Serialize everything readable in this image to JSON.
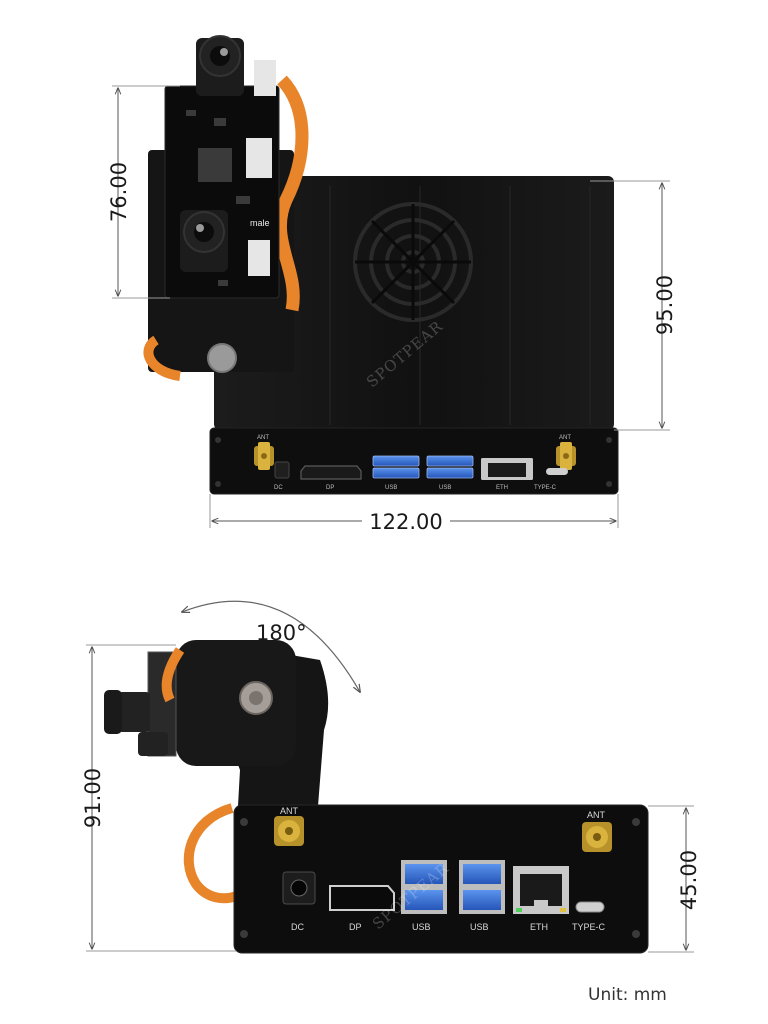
{
  "dimensions": {
    "camera_height": "76.00",
    "case_depth": "95.00",
    "case_width": "122.00",
    "rotation": "180°",
    "total_height": "91.00",
    "case_height": "45.00"
  },
  "top_view_ports": {
    "ant_left": "ANT",
    "ant_right": "ANT",
    "dc": "DC",
    "dp": "DP",
    "usb1": "USB",
    "usb2": "USB",
    "eth": "ETH",
    "typec": "TYPE-C"
  },
  "front_view_ports": {
    "ant_left": "ANT",
    "ant_right": "ANT",
    "dc": "DC",
    "dp": "DP",
    "usb1": "USB",
    "usb2": "USB",
    "eth": "ETH",
    "typec": "TYPE-C"
  },
  "pcb_label": "male",
  "watermark": "SPOTPEAR",
  "unit_label": "Unit: mm",
  "colors": {
    "case": "#141414",
    "case_face": "#0d0d0d",
    "usb_blue": "#2f6fd6",
    "ffc_orange": "#e8842a",
    "gold": "#c9a227",
    "dimension_line": "#555555"
  }
}
